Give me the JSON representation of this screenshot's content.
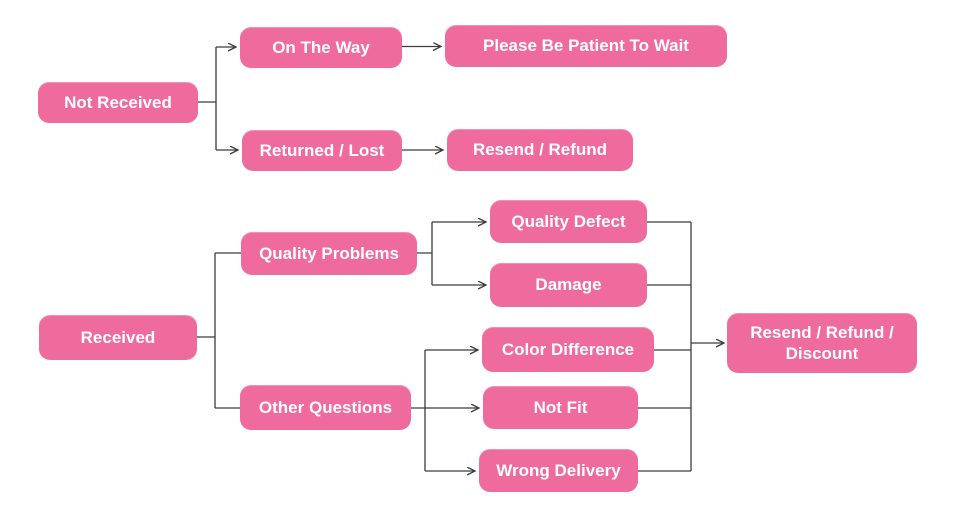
{
  "diagram": {
    "type": "flowchart",
    "colors": {
      "node_fill": "#ef6b9d",
      "node_text": "#ffffff",
      "line": "#3c3c3c",
      "background": "#ffffff"
    },
    "nodes": [
      {
        "id": "not-received",
        "label": "Not Received"
      },
      {
        "id": "on-the-way",
        "label": "On The Way"
      },
      {
        "id": "please-be-patient",
        "label": "Please Be Patient To Wait"
      },
      {
        "id": "returned-lost",
        "label": "Returned / Lost"
      },
      {
        "id": "resend-refund",
        "label": "Resend / Refund"
      },
      {
        "id": "received",
        "label": "Received"
      },
      {
        "id": "quality-problems",
        "label": "Quality Problems"
      },
      {
        "id": "quality-defect",
        "label": "Quality Defect"
      },
      {
        "id": "damage",
        "label": "Damage"
      },
      {
        "id": "other-questions",
        "label": "Other Questions"
      },
      {
        "id": "color-difference",
        "label": "Color Difference"
      },
      {
        "id": "not-fit",
        "label": "Not Fit"
      },
      {
        "id": "wrong-delivery",
        "label": "Wrong Delivery"
      },
      {
        "id": "resend-refund-discount",
        "label": "Resend / Refund / Discount"
      }
    ],
    "edges": [
      {
        "from": "not-received",
        "to": "on-the-way",
        "arrow": true
      },
      {
        "from": "not-received",
        "to": "returned-lost",
        "arrow": true
      },
      {
        "from": "on-the-way",
        "to": "please-be-patient",
        "arrow": true
      },
      {
        "from": "returned-lost",
        "to": "resend-refund",
        "arrow": true
      },
      {
        "from": "received",
        "to": "quality-problems",
        "arrow": false
      },
      {
        "from": "received",
        "to": "other-questions",
        "arrow": false
      },
      {
        "from": "quality-problems",
        "to": "quality-defect",
        "arrow": true
      },
      {
        "from": "quality-problems",
        "to": "damage",
        "arrow": true
      },
      {
        "from": "other-questions",
        "to": "color-difference",
        "arrow": true
      },
      {
        "from": "other-questions",
        "to": "not-fit",
        "arrow": true
      },
      {
        "from": "other-questions",
        "to": "wrong-delivery",
        "arrow": true
      },
      {
        "from": "quality-defect",
        "to": "resend-refund-discount",
        "arrow": true
      },
      {
        "from": "damage",
        "to": "resend-refund-discount",
        "arrow": true
      },
      {
        "from": "color-difference",
        "to": "resend-refund-discount",
        "arrow": true
      },
      {
        "from": "not-fit",
        "to": "resend-refund-discount",
        "arrow": true
      },
      {
        "from": "wrong-delivery",
        "to": "resend-refund-discount",
        "arrow": true
      }
    ]
  }
}
